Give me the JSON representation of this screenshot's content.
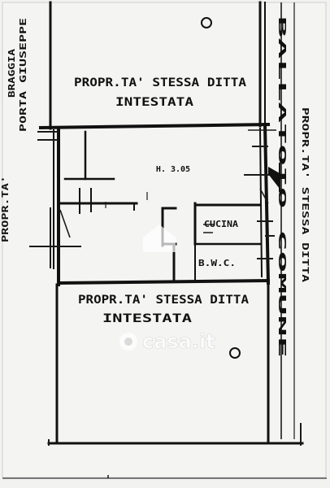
{
  "labels": {
    "top_property_line1": "PROPR.TA' STESSA DITTA",
    "top_property_line2": "INTESTATA",
    "bottom_property_line1": "PROPR.TA' STESSA DITTA",
    "bottom_property_line2": "INTESTATA",
    "room_height": "H. 3.05",
    "kitchen": "CUCINA",
    "bathroom": "B.W.C.",
    "left_street": "PORTA GIUSEPPE",
    "left_street_upper": "BRAGGIA",
    "left_property": "PROPR.TA'",
    "right_street": "BALLATOIO COMUNE",
    "right_property": "PROPR.TA' STESSA DITTA",
    "circle_top": "O",
    "circle_bottom": "O"
  },
  "watermark": {
    "text": "casa.it"
  },
  "colors": {
    "ink": "#111111",
    "paper": "#f2f2f1",
    "watermark": "#ffffff"
  }
}
